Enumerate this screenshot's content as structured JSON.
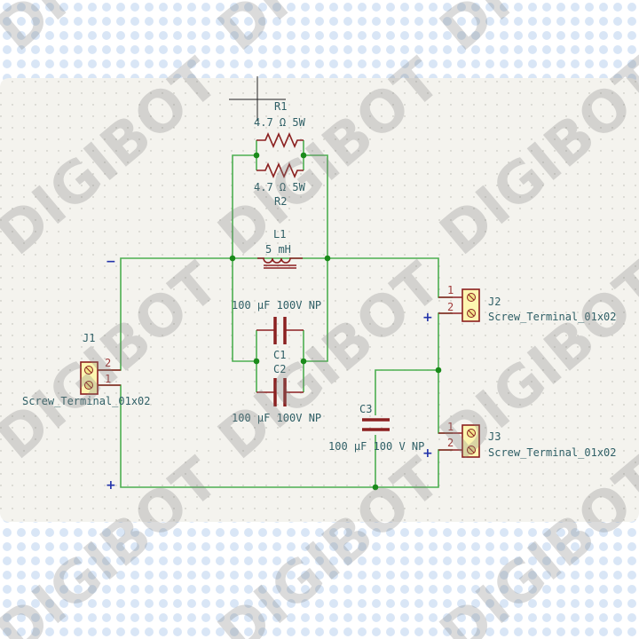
{
  "watermark": "DIGIBOT",
  "components": {
    "r1": {
      "ref": "R1",
      "value": "4.7 Ω 5W"
    },
    "r2": {
      "ref": "R2",
      "value": "4.7 Ω 5W"
    },
    "l1": {
      "ref": "L1",
      "value": "5 mH"
    },
    "c1": {
      "ref": "C1",
      "value": "100 µF 100V NP"
    },
    "c2": {
      "ref": "C2",
      "value": "100 µF 100V NP"
    },
    "c3": {
      "ref": "C3",
      "value": "100 µF 100 V NP"
    },
    "j1": {
      "ref": "J1",
      "value": "Screw_Terminal_01x02",
      "pin1": "1",
      "pin2": "2"
    },
    "j2": {
      "ref": "J2",
      "value": "Screw_Terminal_01x02",
      "pin1": "1",
      "pin2": "2"
    },
    "j3": {
      "ref": "J3",
      "value": "Screw_Terminal_01x02",
      "pin1": "1",
      "pin2": "2"
    }
  },
  "polarity": {
    "minus": "−",
    "plus": "+"
  },
  "colors": {
    "wire": "#4caf50",
    "symbol": "#8b2020",
    "text": "#2f5f66",
    "canvas": "#f4f3ee"
  }
}
